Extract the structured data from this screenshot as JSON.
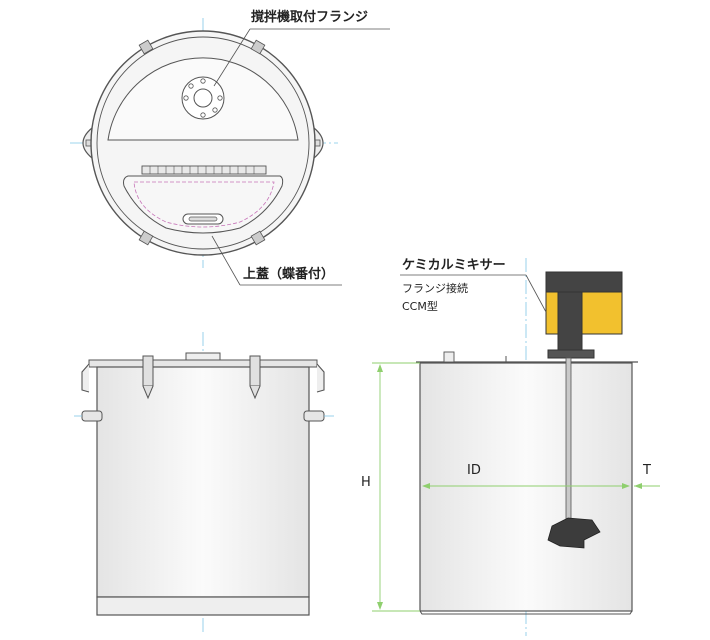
{
  "labels": {
    "flange": "撹拌機取付フランジ",
    "lid": "上蓋（蝶番付）",
    "mixer_name": "ケミカルミキサー",
    "mixer_conn": "フランジ接続",
    "mixer_type": "CCM型",
    "dim_h": "H",
    "dim_id": "ID",
    "dim_t": "T"
  },
  "colors": {
    "line": "#555555",
    "center": "#7fc6e6",
    "dimension": "#8fcf6e",
    "motor": "#f2c12e",
    "motor_dark": "#444444",
    "hinge_line": "#c774b8",
    "fill": "#f3f3f3"
  }
}
